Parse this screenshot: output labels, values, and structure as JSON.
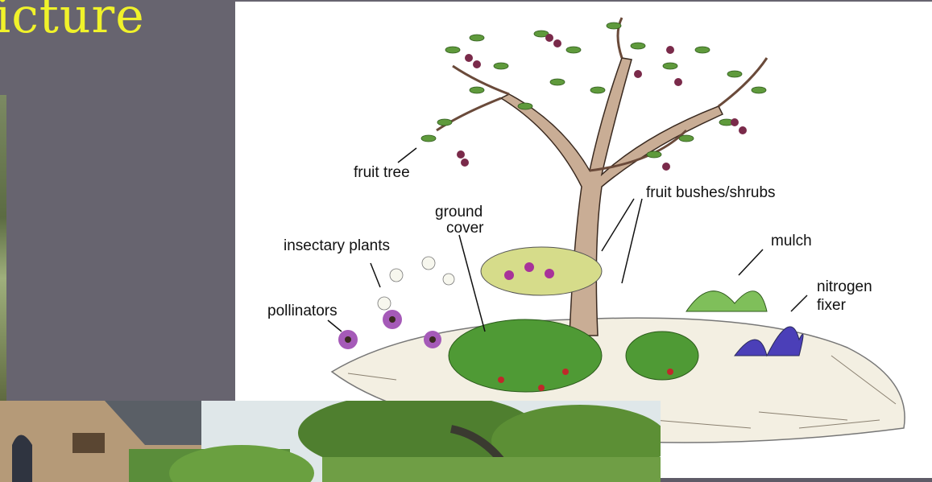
{
  "slide": {
    "title_partial": "icture"
  },
  "diagram": {
    "labels": {
      "fruit_tree": "fruit tree",
      "fruit_bushes": "fruit bushes/shrubs",
      "ground_cover_1": "ground",
      "ground_cover_2": "cover",
      "insectary": "insectary plants",
      "mulch": "mulch",
      "nitrogen_1": "nitrogen",
      "nitrogen_2": "fixer",
      "pollinators": "pollinators"
    }
  },
  "colors": {
    "background": "#67646f",
    "title": "#f0f22a",
    "leaf": "#5f9a3c",
    "fruit": "#7a2a4a",
    "trunk": "#c9ad95"
  }
}
